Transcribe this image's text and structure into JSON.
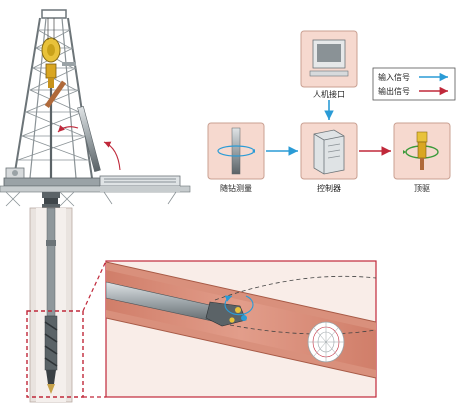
{
  "diagram": {
    "nodes": {
      "hmi": {
        "label": "人机接口",
        "icon": "computer-monitor-icon"
      },
      "survey": {
        "label": "随钻测量",
        "icon": "measurement-sensor-icon"
      },
      "controller": {
        "label": "控制器",
        "icon": "server-controller-icon"
      },
      "topdrive": {
        "label": "顶驱",
        "icon": "top-drive-icon"
      }
    },
    "legend": {
      "input": {
        "label": "输入信号",
        "color": "#2a9bd6"
      },
      "output": {
        "label": "输出信号",
        "color": "#c0283a"
      }
    },
    "colors": {
      "box_fill": "#f6d9cf",
      "box_stroke": "#c9a092",
      "formation": "#d98a76",
      "detail_border": "#c0283a",
      "rig_steel": "#6c7478"
    }
  }
}
